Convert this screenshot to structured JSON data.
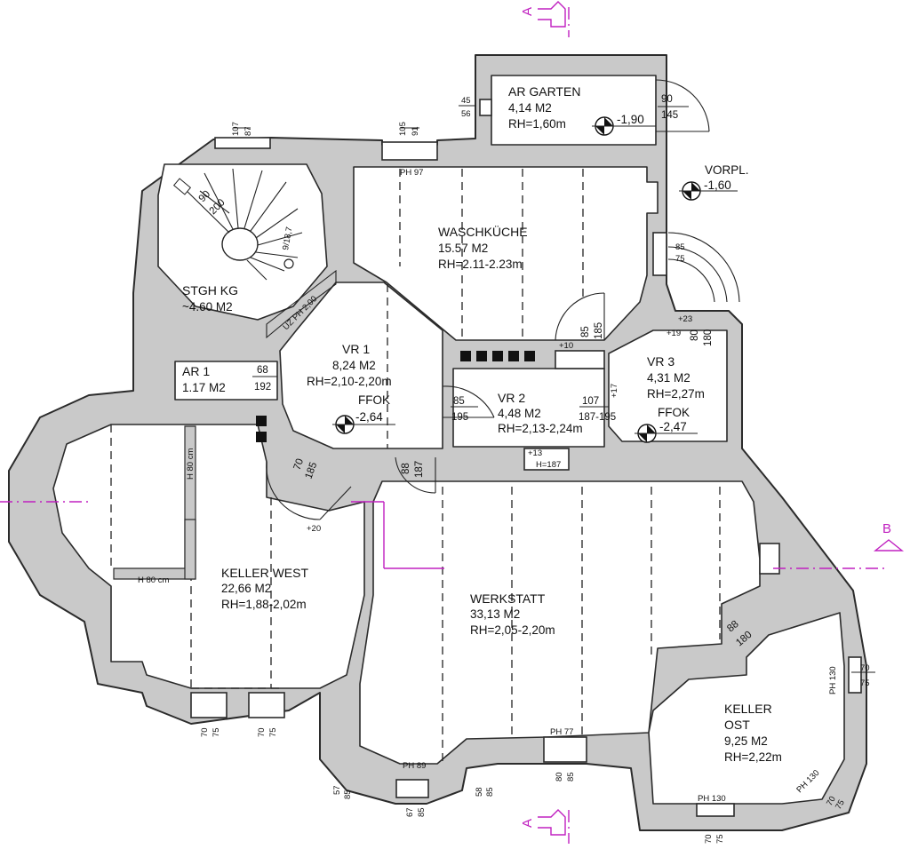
{
  "section_markers": {
    "a_top": "A",
    "a_bottom": "A",
    "b_right": "B"
  },
  "rooms": {
    "ar_garten": {
      "name": "AR GARTEN",
      "area": "4,14 M2",
      "height": "RH=1,60m"
    },
    "waschkueche": {
      "name": "WASCHKÜCHE",
      "area": "15.57 M2",
      "height": "RH=2.11-2.23m"
    },
    "stgh_kg": {
      "name": "STGH KG",
      "area": "~4.60 M2"
    },
    "vr1": {
      "name": "VR 1",
      "area": "8,24 M2",
      "height": "RH=2,10-2,20m"
    },
    "ar1": {
      "name": "AR 1",
      "area": "1.17 M2"
    },
    "vr2": {
      "name": "VR 2",
      "area": "4,48 M2",
      "height": "RH=2,13-2,24m"
    },
    "vr3": {
      "name": "VR 3",
      "area": "4,31 M2",
      "height": "RH=2,27m"
    },
    "keller_west": {
      "name": "KELLER WEST",
      "area": "22,66 M2",
      "height": "RH=1,88-2,02m"
    },
    "werkstatt": {
      "name": "WERKSTATT",
      "area": "33,13 M2",
      "height": "RH=2,05-2,20m"
    },
    "keller_ost": {
      "name1": "KELLER",
      "name2": "OST",
      "area": "9,25 M2",
      "height": "RH=2,22m"
    }
  },
  "levels": {
    "vorpl_name": "VORPL.",
    "vorpl_level": "-1,60",
    "ar_garten_level": "-1,90",
    "vr1_ffok": "FFOK",
    "vr1_level": "-2,64",
    "vr3_ffok": "FFOK",
    "vr3_level": "-2,47"
  },
  "dimensions": {
    "stair_top_w": "107",
    "stair_top_h": "87",
    "top_win_w": "105",
    "top_win_h": "91",
    "ph97": "PH 97",
    "ar_garten_win_w": "45",
    "ar_garten_win_h": "56",
    "ar_door_w": "90",
    "ar_door_h": "145",
    "stair_w": "90",
    "stair_h": "200",
    "stair_rise": "9/18,7",
    "uz_ph": "UZ PH 2,00",
    "vorpl_door_w": "85",
    "vorpl_door_h": "75",
    "p23": "+23",
    "p19": "+19",
    "vr3_door_w": "80",
    "vr3_door_h": "180",
    "wasch_door_w": "85",
    "wasch_door_h": "185",
    "p10": "+10",
    "ar1_w": "68",
    "ar1_h": "192",
    "vr2_door_w": "85",
    "vr2_door_h": "195",
    "vr2_r_w": "107",
    "vr2_r_h": "187-195",
    "p17": "+17",
    "p13": "+13",
    "h187": "H=187",
    "kw_door_w": "70",
    "kw_door_h": "185",
    "p20": "+20",
    "ws_door_w": "88",
    "ws_door_h": "187",
    "h80_top": "H 80 cm",
    "h80_side": "H 80 cm",
    "ko_door_w": "88",
    "ko_door_h": "180",
    "ph130_a": "PH 130",
    "ko_win_w": "70",
    "ko_win_h": "75",
    "ph130_b": "PH 130",
    "ko_win2_w": "70",
    "ko_win2_h": "75",
    "ph130_c": "PH 130",
    "ko_win3_w": "70",
    "ko_win3_h": "75",
    "ph77": "PH 77",
    "ws_win_w": "80",
    "ws_win_h": "85",
    "ph89": "PH 89",
    "bay_w": "67",
    "bay_h": "85",
    "bay_l_w": "57",
    "bay_l_h": "85",
    "bay_r_w": "58",
    "bay_r_h": "85",
    "kw_win1_w": "70",
    "kw_win1_h": "75",
    "kw_win2_w": "70",
    "kw_win2_h": "75"
  },
  "colors": {
    "wall": "#c9c9c9",
    "section_line": "#c020c0"
  }
}
